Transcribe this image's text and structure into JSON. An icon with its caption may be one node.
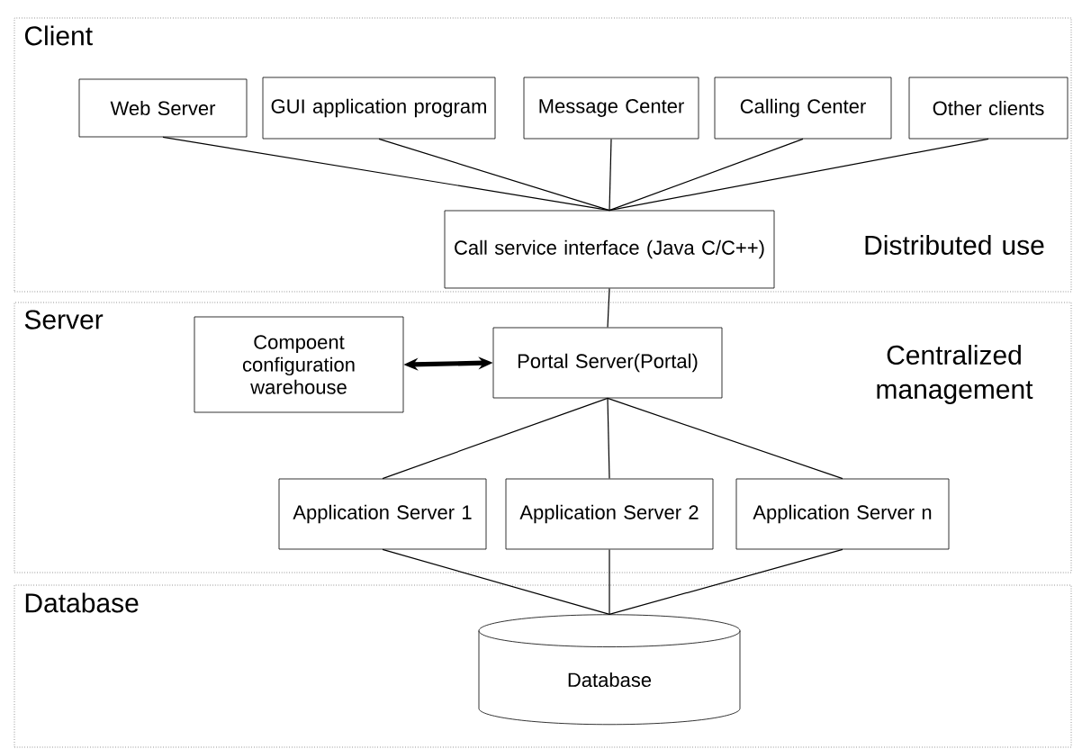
{
  "diagram": {
    "nodes": [
      {
        "text": [
          "Client",
          "Distributed use"
        ]
      },
      {
        "text": [
          "Web Server"
        ],
        "in": 0
      },
      {
        "text": [
          "GUI application program"
        ],
        "in": 0
      },
      {
        "text": [
          "Message Center"
        ],
        "in": 0
      },
      {
        "text": [
          "Calling Center"
        ],
        "in": 0
      },
      {
        "text": [
          "Other clients"
        ],
        "in": 0
      },
      {
        "text": [
          "Call service interface (Java C/C++)"
        ],
        "in": 0
      },
      {
        "text": [
          "Server",
          "Centralized management"
        ]
      },
      {
        "text": [
          "Compoent configuration warehouse"
        ],
        "in": 7
      },
      {
        "text": [
          "Portal Server(Portal)"
        ],
        "in": 7
      },
      {
        "text": [
          "Application Server 1"
        ],
        "in": 7
      },
      {
        "text": [
          "Application Server 2"
        ],
        "in": 7
      },
      {
        "text": [
          "Application Server n"
        ],
        "in": 7
      },
      {
        "text": [
          "Database"
        ]
      },
      {
        "text": [
          "Database"
        ],
        "in": 13
      }
    ],
    "edges": [
      {
        "from": 1,
        "to": 6,
        "arrow": "none"
      },
      {
        "from": 2,
        "to": 6,
        "arrow": "none"
      },
      {
        "from": 3,
        "to": 6,
        "arrow": "none"
      },
      {
        "from": 4,
        "to": 6,
        "arrow": "none"
      },
      {
        "from": 5,
        "to": 6,
        "arrow": "none"
      },
      {
        "from": 6,
        "to": 9,
        "arrow": "none"
      },
      {
        "from": 8,
        "to": 9,
        "arrow": "both",
        "style": "thick"
      },
      {
        "from": 9,
        "to": 10,
        "arrow": "none"
      },
      {
        "from": 9,
        "to": 11,
        "arrow": "none"
      },
      {
        "from": 9,
        "to": 12,
        "arrow": "none"
      },
      {
        "from": 10,
        "to": 14,
        "arrow": "none"
      },
      {
        "from": 11,
        "to": 14,
        "arrow": "none"
      },
      {
        "from": 12,
        "to": 14,
        "arrow": "none"
      }
    ]
  }
}
